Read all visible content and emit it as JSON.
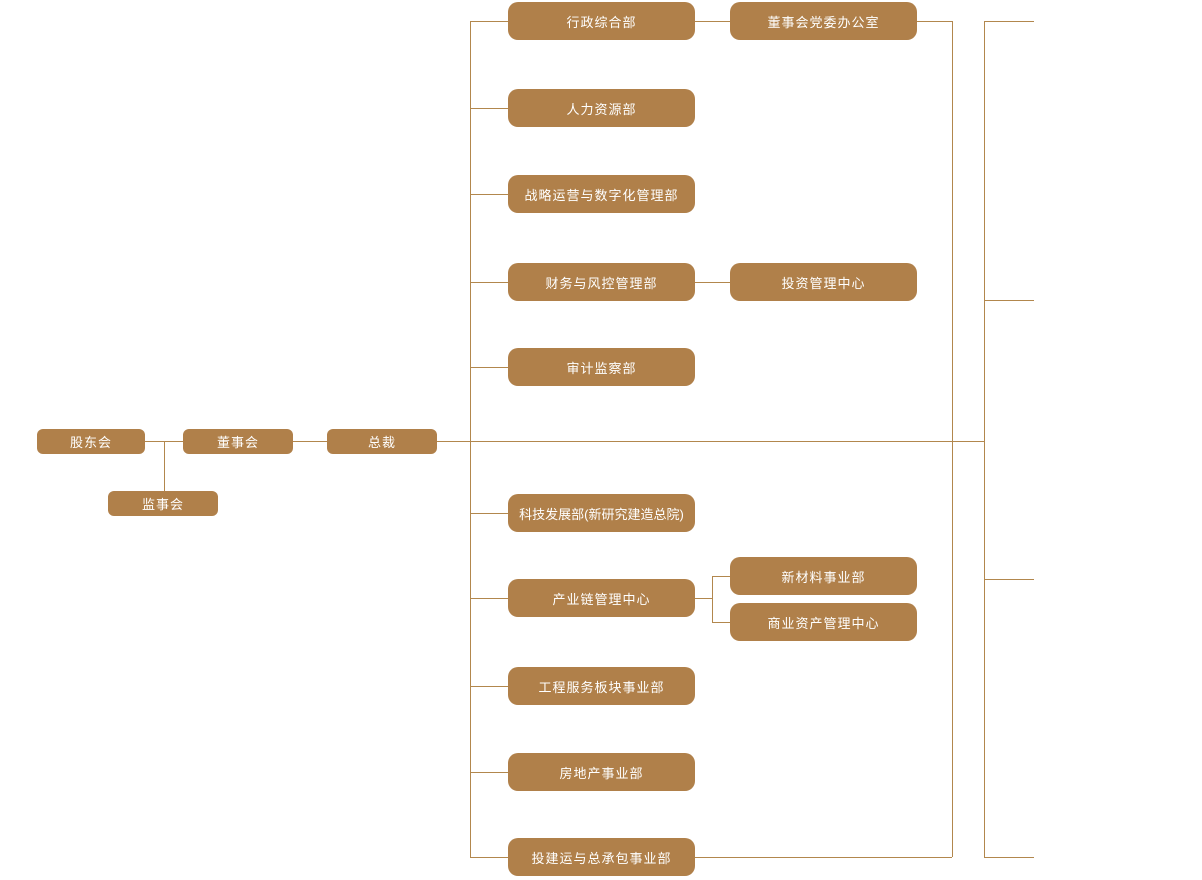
{
  "diagram": {
    "type": "org-chart",
    "colors": {
      "node_fill": "#B0804A",
      "connector_line": "#B2874D",
      "node_text": "#FFFFFF",
      "background": "#FFFFFF"
    }
  },
  "nodes": {
    "shareholders": {
      "label": "股东会"
    },
    "board": {
      "label": "董事会"
    },
    "president": {
      "label": "总裁"
    },
    "supervisory": {
      "label": "监事会"
    },
    "admin_general": {
      "label": "行政综合部"
    },
    "human_resources": {
      "label": "人力资源部"
    },
    "strategy_digital": {
      "label": "战略运营与数字化管理部"
    },
    "finance_risk": {
      "label": "财务与风控管理部"
    },
    "audit_supervision": {
      "label": "审计监察部"
    },
    "tech_development": {
      "label": "科技发展部(新研究建造总院)"
    },
    "industry_chain": {
      "label": "产业链管理中心"
    },
    "engineering_services": {
      "label": "工程服务板块事业部"
    },
    "real_estate": {
      "label": "房地产事业部"
    },
    "invest_build_operate": {
      "label": "投建运与总承包事业部"
    },
    "board_party_office": {
      "label": "董事会党委办公室"
    },
    "investment_center": {
      "label": "投资管理中心"
    },
    "new_materials": {
      "label": "新材料事业部"
    },
    "commercial_assets": {
      "label": "商业资产管理中心"
    }
  }
}
